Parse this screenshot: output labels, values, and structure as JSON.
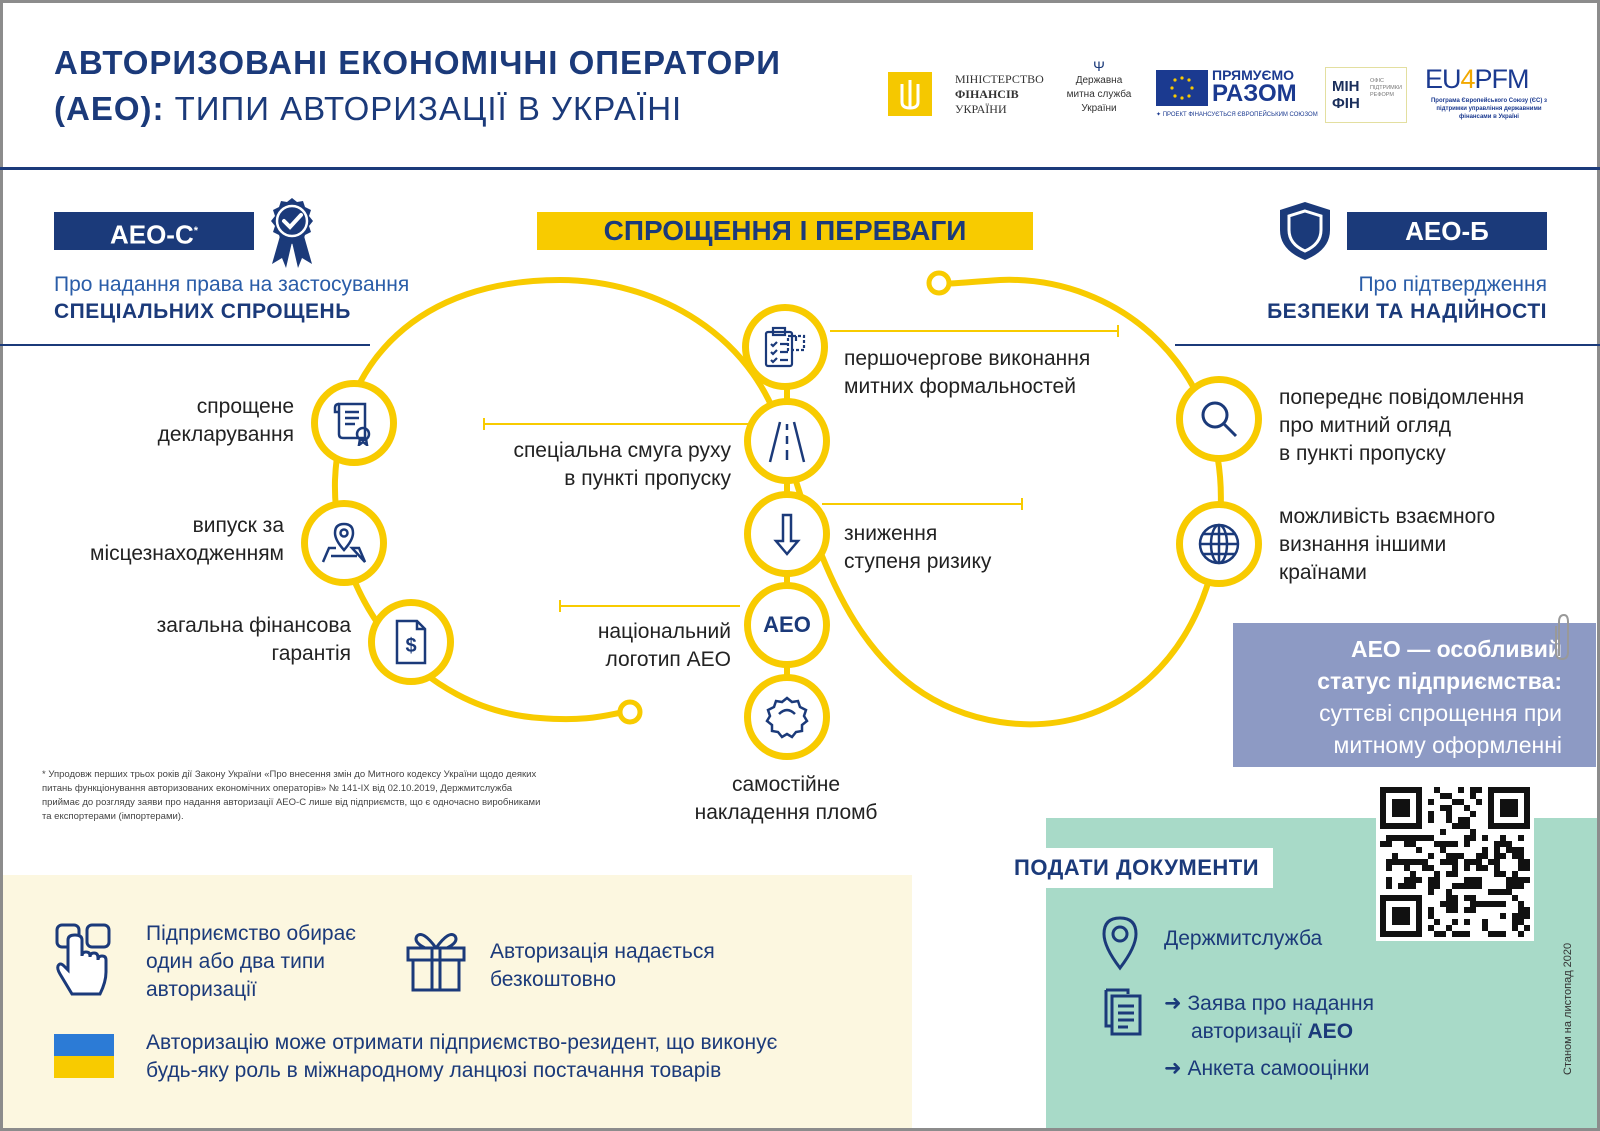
{
  "header": {
    "title_bold": "АВТОРИЗОВАНІ ЕКОНОМІЧНІ ОПЕРАТОРИ",
    "title2_bold": "(АЕО):",
    "title2_rest": " ТИПИ АВТОРИЗАЦІЇ В УКРАЇНІ",
    "logos": {
      "minfin": [
        "МІНІСТЕРСТВО",
        "ФІНАНСІВ",
        "УКРАЇНИ"
      ],
      "customs": [
        "Державна",
        "митна служба",
        "України"
      ],
      "razom_top": "ПРЯМУЄМО",
      "razom_big": "РАЗОМ",
      "razom_sub": "✦ ПРОЕКТ ФІНАНСУЄТЬСЯ ЄВРОПЕЙСЬКИМ СОЮЗОМ",
      "minfin2": [
        "МІН",
        "ФІН"
      ],
      "minfin2_office": [
        "ОФІС",
        "ПІДТРИМКИ",
        "РЕФОРМ"
      ],
      "eu4pfm_a": "EU",
      "eu4pfm_b": "4",
      "eu4pfm_c": "PFM",
      "eu4pfm_sub": "Програма Європейського Союзу (ЄС) з підтримки управління державними фінансами в Україні"
    }
  },
  "left": {
    "badge": "АЕО-С",
    "badge_mark": "*",
    "sub_light": "Про надання права на застосування",
    "sub_bold": "СПЕЦІАЛЬНИХ СПРОЩЕНЬ",
    "items": [
      {
        "line1": "спрощене",
        "line2": "декларування"
      },
      {
        "line1": "випуск за",
        "line2": "місцезнаходженням"
      },
      {
        "line1": "загальна фінансова",
        "line2": "гарантія"
      }
    ]
  },
  "center": {
    "title": "СПРОЩЕННЯ І ПЕРЕВАГИ",
    "items": [
      {
        "line1": "першочергове виконання",
        "line2": "митних формальностей"
      },
      {
        "line1": "спеціальна смуга руху",
        "line2": "в пункті пропуску"
      },
      {
        "line1": "зниження",
        "line2": "ступеня ризику"
      },
      {
        "line1": "національний",
        "line2": "логотип АЕО"
      },
      {
        "line1": "самостійне",
        "line2": "накладення пломб"
      }
    ],
    "aeo_logo": "АЕО"
  },
  "right": {
    "badge": "АЕО-Б",
    "sub_light": "Про підтвердження",
    "sub_bold": "БЕЗПЕКИ ТА НАДІЙНОСТІ",
    "items": [
      {
        "line1": "попереднє повідомлення",
        "line2": "про митний огляд",
        "line3": "в пункті пропуску"
      },
      {
        "line1": "можливість взаємного",
        "line2": "визнання іншими",
        "line3": "країнами"
      }
    ],
    "status": {
      "bold1": "АЕО — особливий",
      "bold2": "статус підприємства:",
      "normal1": "суттєві спрощення при",
      "normal2": "митному оформленні"
    }
  },
  "footnote": "* Упродовж перших трьох років дії Закону України «Про внесення змін до Митного кодексу України щодо деяких питань функціонування авторизованих економічних операторів» № 141-IX від 02.10.2019, Держмитслужба приймає до розгляду заяви про надання авторизації АЕО-С лише від підприємств, що є одночасно виробниками та експортерами (імпортерами).",
  "bottom_left": {
    "choose": [
      "Підприємство обирає",
      "один або два типи",
      "авторизації"
    ],
    "free": [
      "Авторизація надається",
      "безкоштовно"
    ],
    "resident": [
      "Авторизацію може отримати підприємство-резидент, що виконує",
      "будь-яку роль в міжнародному ланцюзі постачання товарів"
    ]
  },
  "bottom_right": {
    "title": "ПОДАТИ ДОКУМЕНТИ",
    "agency": "Держмитслужба",
    "doc1_a": "Заява про надання",
    "doc1_b": "авторизації ",
    "doc1_bold": "АЕО",
    "doc2": "Анкета самооцінки",
    "date_note": "Станом на листопад 2020"
  },
  "colors": {
    "navy": "#1b3a7a",
    "yellow": "#f8cb00",
    "lilac": "#8d9ac4",
    "mint": "#a8dac8",
    "cream": "#fcf7e0"
  }
}
